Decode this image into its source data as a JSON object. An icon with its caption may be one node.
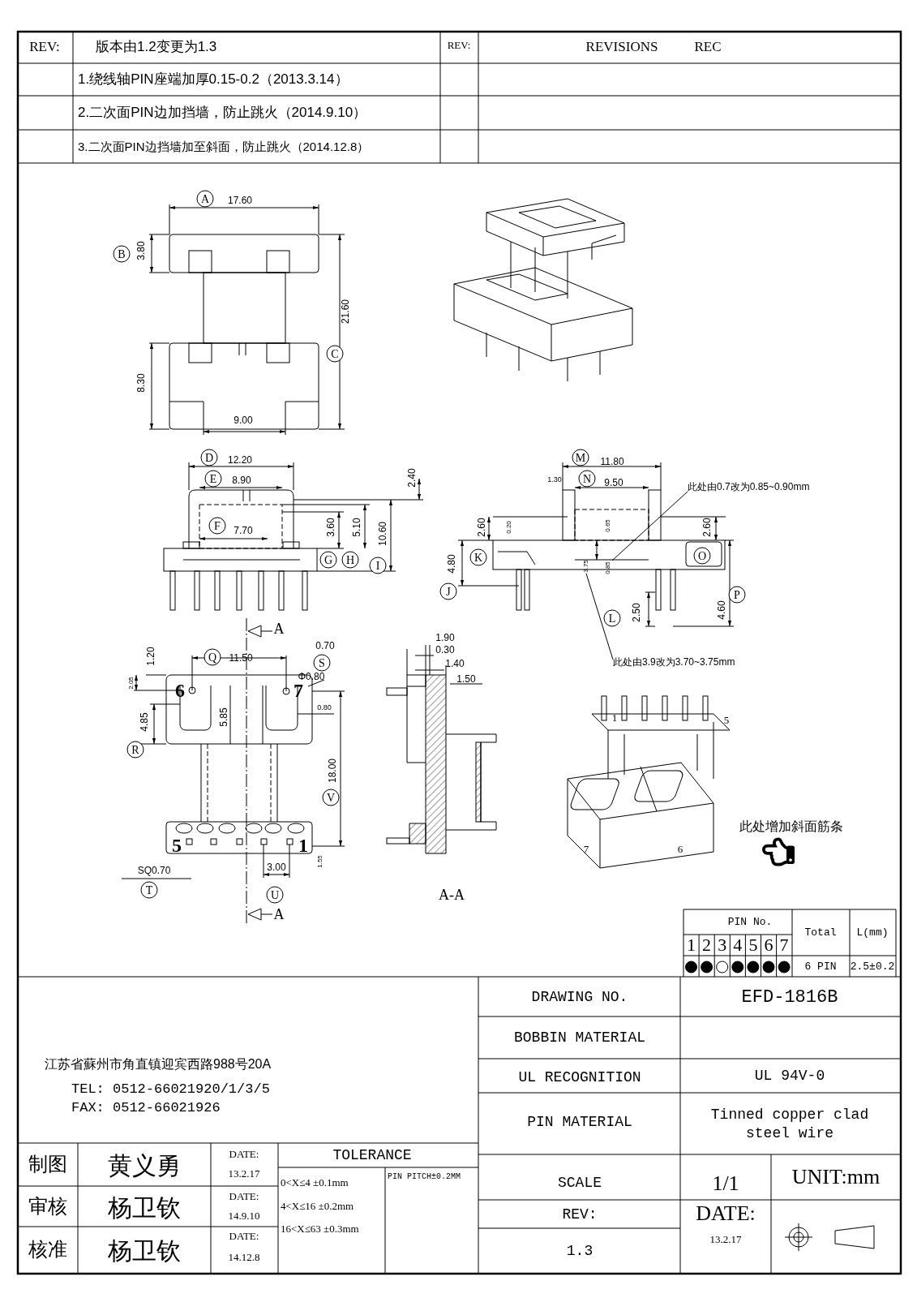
{
  "diagram": {
    "nodes": [
      {
        "text": [
          "此处由0.7改为0.85~0.90mm"
        ]
      },
      {
        "text": [
          "此处由3.9改为3.70~3.75mm"
        ]
      },
      {
        "text": [
          "此处增加斜面筋条"
        ]
      },
      {
        "text": [
          "3.75"
        ]
      },
      {
        "text": [
          "0.85"
        ]
      }
    ],
    "edges": [
      {
        "from": 0,
        "to": 4,
        "arrow": "none"
      },
      {
        "from": 1,
        "to": 3,
        "arrow": "none"
      }
    ],
    "labels": [
      "REV:",
      "版本由1.2变更为1.3",
      "REV:",
      "REVISIONS",
      "REC",
      "1.绕线轴PIN座端加厚0.15-0.2（2013.3.14）",
      "2.二次面PIN边加挡墙，防止跳火（2014.9.10）",
      "3.二次面PIN边挡墙加至斜面，防止跳火（2014.12.8）",
      "A",
      "17.60",
      "B",
      "3.80",
      "21.60",
      "C",
      "8.30",
      "9.00",
      "D",
      "12.20",
      "E",
      "8.90",
      "2.40",
      "F",
      "7.70",
      "3.60",
      "5.10",
      "10.60",
      "G",
      "H",
      "I",
      "M",
      "11.80",
      "1.30",
      "N",
      "9.50",
      "2.60",
      "0.20",
      "0.65",
      "2.60",
      "K",
      "O",
      "4.80",
      "J",
      "P",
      "L",
      "2.50",
      "4.60",
      "A",
      "1.20",
      "Q",
      "11.50",
      "0.70",
      "S",
      "Φ0.80",
      "2.05",
      "6",
      "7",
      "0.80",
      "4.85",
      "5.85",
      "R",
      "18.00",
      "V",
      "5",
      "1",
      "1.55",
      "SQ0.70",
      "3.00",
      "T",
      "U",
      "A",
      "1.90",
      "0.30",
      "1.40",
      "1.50",
      "A-A",
      "1",
      "5",
      "7",
      "6",
      "PIN No.",
      "Total",
      "L(mm)",
      "1",
      "2",
      "3",
      "4",
      "5",
      "6",
      "7",
      "6 PIN",
      "2.5±0.2",
      "DRAWING NO.",
      "EFD-1816B",
      "BOBBIN MATERIAL",
      "UL RECOGNITION",
      "UL 94V-0",
      "江苏省蘇州市角直镇迎宾西路988号20A",
      "TEL: 0512-66021920/1/3/5",
      "FAX: 0512-66021926",
      "PIN MATERIAL",
      "Tinned copper clad steel wire",
      "制图",
      "黄义勇",
      "DATE:",
      "13.2.17",
      "TOLERANCE",
      "SCALE",
      "1/1",
      "UNIT:mm",
      "0<X≤4 ±0.1mm",
      "PIN PITCH±0.2MM",
      "审核",
      "杨卫钦",
      "DATE:",
      "14.9.10",
      "4<X≤16 ±0.2mm",
      "REV:",
      "DATE:",
      "13.2.17",
      "核准",
      "杨卫钦",
      "DATE:",
      "14.12.8",
      "16<X≤63 ±0.3mm",
      "1.3"
    ]
  }
}
